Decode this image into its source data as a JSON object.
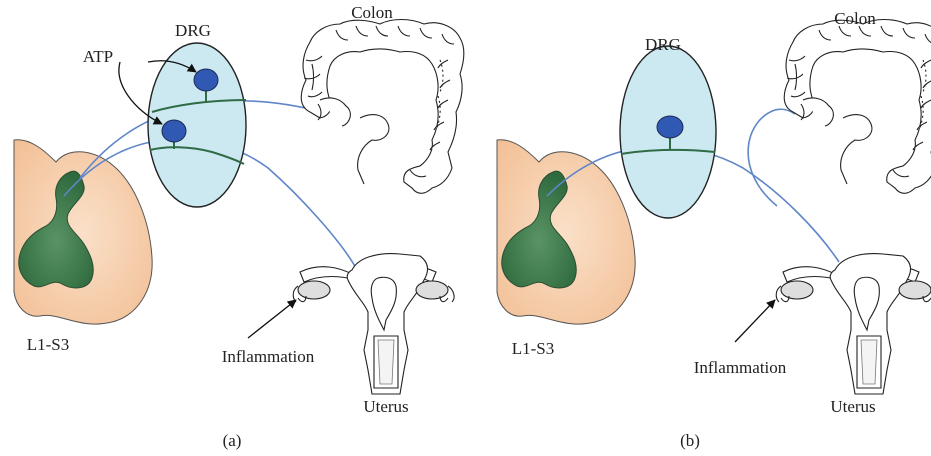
{
  "panels": [
    {
      "caption": "(a)",
      "labels": {
        "drg": "DRG",
        "colon": "Colon",
        "atp": "ATP",
        "spinal": "L1-S3",
        "inflammation": "Inflammation",
        "uterus": "Uterus"
      }
    },
    {
      "caption": "(b)",
      "labels": {
        "drg": "DRG",
        "colon": "Colon",
        "spinal": "L1-S3",
        "inflammation": "Inflammation",
        "uterus": "Uterus"
      }
    }
  ],
  "colors": {
    "drg_fill": "#cce9f2",
    "neuron_fill": "#2f59b3",
    "axon_green": "#2f6b45",
    "nerve_blue": "#5f86c8",
    "spinal_fill": "#f6c9a2",
    "gray_matter": "#3f7a4a",
    "organ_fill": "#dedede"
  }
}
